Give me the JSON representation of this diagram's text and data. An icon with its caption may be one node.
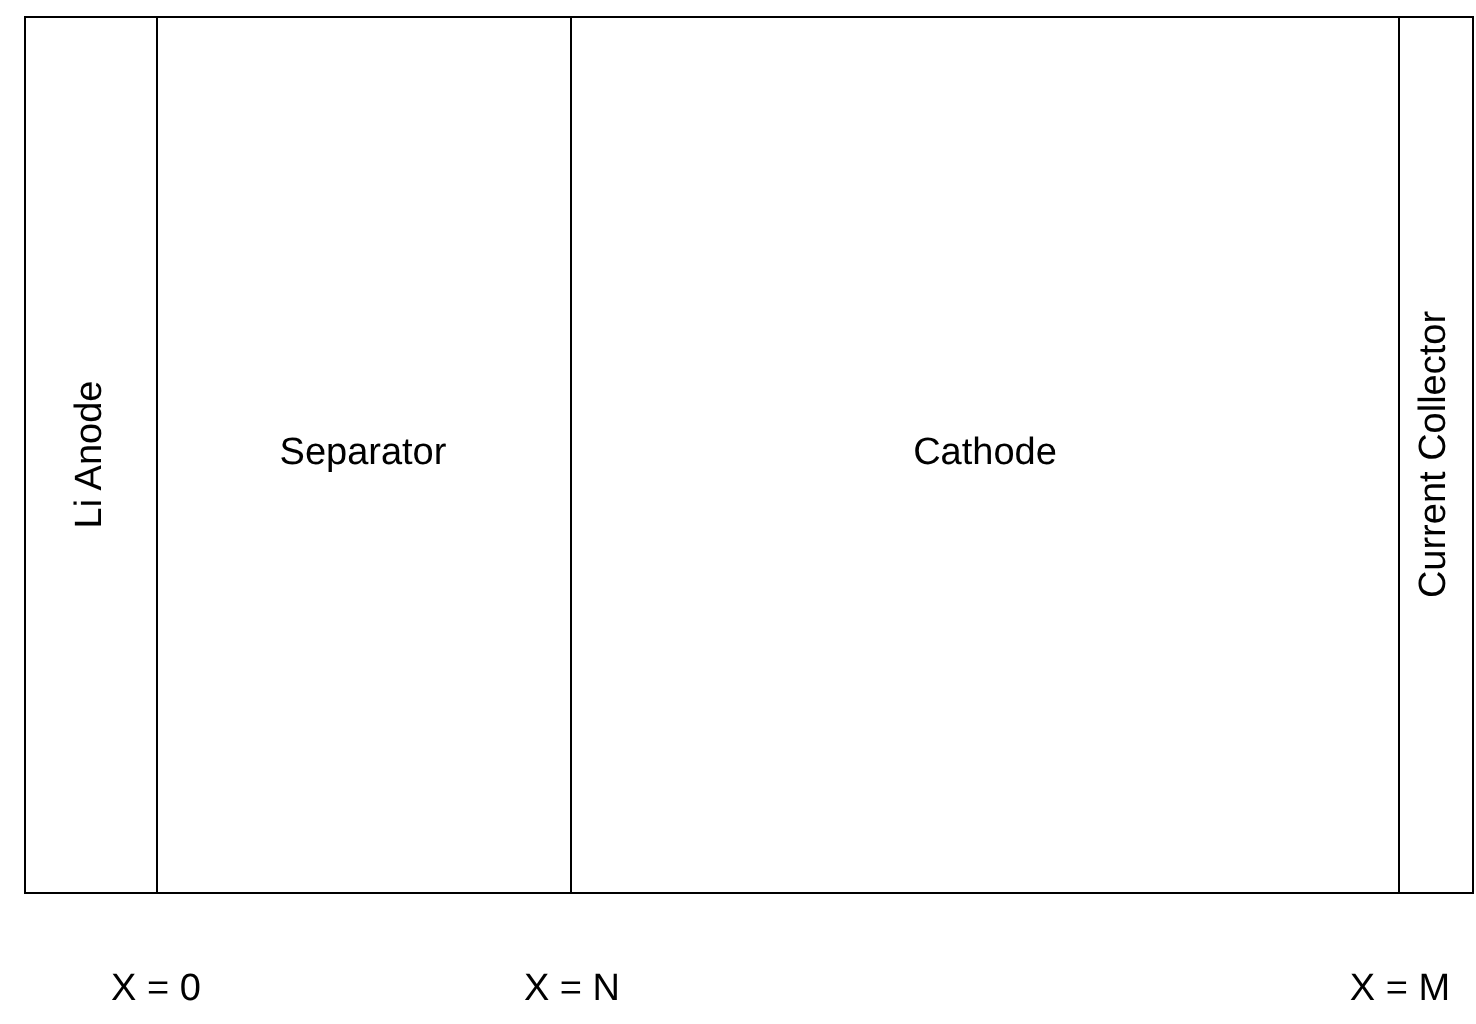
{
  "diagram": {
    "nodes": [
      {
        "text": [
          "Li Anode"
        ]
      },
      {
        "text": [
          "Separator"
        ]
      },
      {
        "text": [
          "Cathode"
        ]
      },
      {
        "text": [
          "Current Collector"
        ]
      }
    ],
    "labels": [
      "X = 0",
      "X = N",
      "X = M"
    ]
  }
}
